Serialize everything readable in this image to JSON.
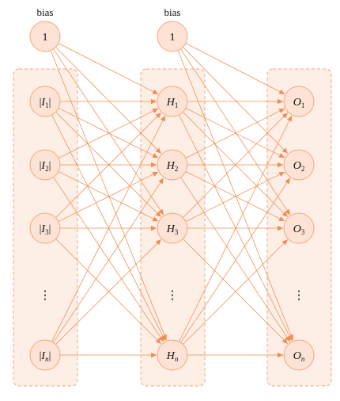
{
  "bias": [
    {
      "label": "bias",
      "value": "1"
    },
    {
      "label": "bias",
      "value": "1"
    }
  ],
  "input_layer": [
    {
      "base": "I",
      "sub": "1",
      "abs": true
    },
    {
      "base": "I",
      "sub": "2",
      "abs": true
    },
    {
      "base": "I",
      "sub": "3",
      "abs": true
    },
    {
      "ellipsis": "⋮"
    },
    {
      "base": "I",
      "sub": "n",
      "abs": true
    }
  ],
  "hidden_layer": [
    {
      "base": "H",
      "sub": "1"
    },
    {
      "base": "H",
      "sub": "2"
    },
    {
      "base": "H",
      "sub": "3"
    },
    {
      "ellipsis": "⋮"
    },
    {
      "base": "H",
      "sub": "n"
    }
  ],
  "output_layer": [
    {
      "base": "O",
      "sub": "1"
    },
    {
      "base": "O",
      "sub": "2"
    },
    {
      "base": "O",
      "sub": "3"
    },
    {
      "ellipsis": "⋮"
    },
    {
      "base": "O",
      "sub": "n"
    }
  ],
  "colors": {
    "node_fill": "#fde3d6",
    "node_stroke": "#f4a77c",
    "layer_fill": "#fdeee6",
    "layer_stroke": "#f4a77c",
    "edge": "#f28c50",
    "text": "#111111"
  }
}
